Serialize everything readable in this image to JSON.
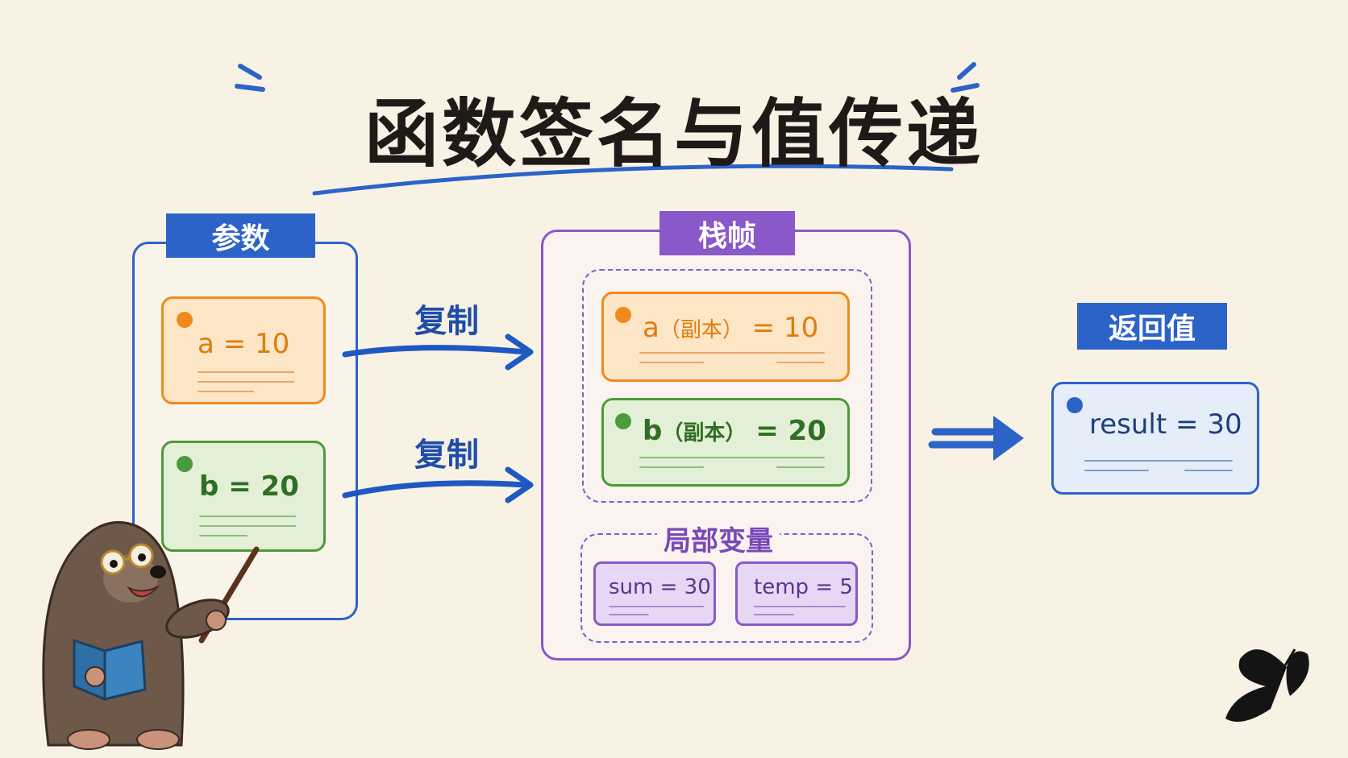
{
  "title": "函数签名与值传递",
  "params_panel": {
    "tab": "参数",
    "items": [
      {
        "name": "a",
        "eq": "=",
        "value": "10"
      },
      {
        "name": "b",
        "eq": "=",
        "value": "20"
      }
    ]
  },
  "arrows": {
    "copy_label_1": "复制",
    "copy_label_2": "复制"
  },
  "frame_panel": {
    "tab": "栈帧",
    "copies": [
      {
        "name": "a",
        "paren": "（副本）",
        "eq": "=",
        "value": "10"
      },
      {
        "name": "b",
        "paren": "（副本）",
        "eq": "=",
        "value": "20"
      }
    ],
    "locals_label": "局部变量",
    "locals": [
      {
        "text": "sum = 30"
      },
      {
        "text": "temp = 5"
      }
    ]
  },
  "return_panel": {
    "tab": "返回值",
    "item": {
      "name": "result",
      "eq": "=",
      "value": "30"
    }
  },
  "colors": {
    "blue": "#2c63c9",
    "orange": "#f08a1c",
    "green": "#4e9a3a",
    "purple": "#8a58c9",
    "background": "#f8f2e4"
  },
  "icons": [
    "mole-mascot-icon",
    "butterfly-logo-icon"
  ]
}
